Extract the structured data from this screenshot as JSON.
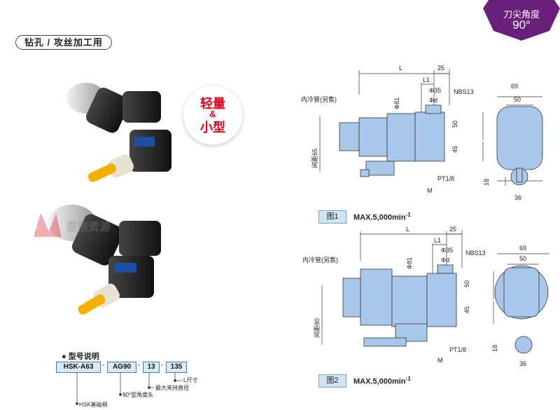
{
  "badge": {
    "line1": "刀尖角度",
    "line2": "90°",
    "color": "#6a1f7a"
  },
  "section_tag": "钻孔 / 攻丝加工用",
  "feature": {
    "line1": "轻量",
    "line2": "&",
    "line3": "小型",
    "color": "#e6001a"
  },
  "figure1": {
    "label": "图1",
    "max": "MAX.5,000min",
    "max_sup": "-1",
    "dims": {
      "L": "L",
      "d25": "25",
      "L1": "L1",
      "phi35": "Φ35",
      "phid": "Φd",
      "nbs": "NBS13",
      "phi81": "Φ81",
      "d50": "50",
      "d45": "45",
      "d18": "18",
      "d36": "36",
      "d69": "69",
      "d50b": "50",
      "pt": "PT1/8",
      "M": "M",
      "coolant": "内冷管(另售)",
      "spacing": "间距65"
    }
  },
  "figure2": {
    "label": "图2",
    "max": "MAX.5,000min",
    "max_sup": "-1",
    "dims": {
      "L": "L",
      "d25": "25",
      "L1": "L1",
      "phi35": "Φ35",
      "phid": "Φd",
      "nbs": "NBS13",
      "phi81": "Φ81",
      "d50": "50",
      "d45": "45",
      "d18": "18",
      "d36": "36",
      "d69": "69",
      "d50b": "50",
      "pt": "PT1/8",
      "M": "M",
      "coolant": "内冷管(另售)",
      "spacing": "间距80"
    }
  },
  "model": {
    "title": "● 型号说明",
    "codes": [
      "HSK-A63",
      "AG90",
      "13",
      "135"
    ],
    "notes": [
      "L尺寸",
      "最大夹持直径",
      "90°型角度头",
      "HSK基础柄"
    ]
  },
  "watermark": "恩德资源"
}
